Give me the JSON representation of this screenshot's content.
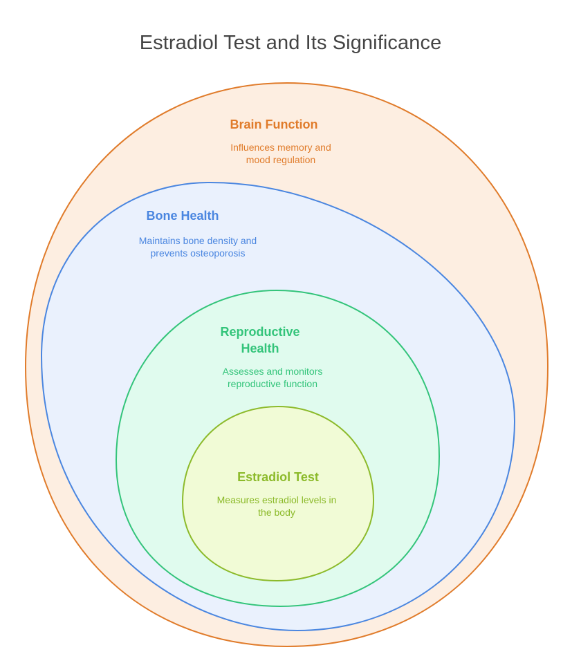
{
  "title": "Estradiol Test and Its Significance",
  "colors": {
    "brain": "#e07b2a",
    "brain_fill": "#fdeee1",
    "bone": "#4a86e0",
    "bone_fill": "#eaf1fd",
    "reproductive": "#33c47a",
    "reproductive_fill": "#e0fbee",
    "estradiol": "#8cba2a",
    "estradiol_fill": "#f1fbd6"
  },
  "layers": {
    "brain": {
      "label": "Brain Function",
      "description": "Influences memory and mood regulation"
    },
    "bone": {
      "label": "Bone Health",
      "description": "Maintains bone density and prevents osteoporosis"
    },
    "reproductive": {
      "label": "Reproductive Health",
      "description": "Assesses and monitors reproductive function"
    },
    "estradiol": {
      "label": "Estradiol Test",
      "description": "Measures estradiol levels in the body"
    }
  }
}
